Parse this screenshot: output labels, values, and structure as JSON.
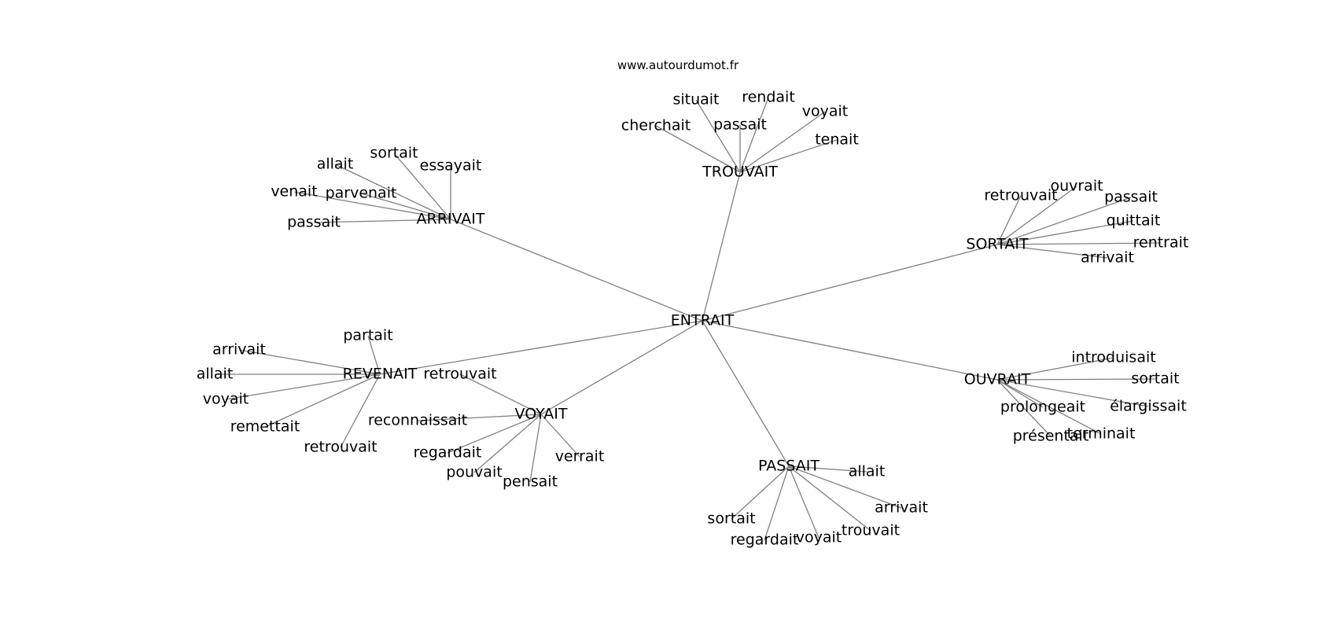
{
  "watermark": "www.autourdumot.fr",
  "graph": {
    "center": "ENTRAIT",
    "hubs": [
      {
        "id": "trouvait",
        "label": "TROUVAIT",
        "children": [
          "situait",
          "rendait",
          "passait",
          "voyait",
          "cherchait",
          "tenait"
        ]
      },
      {
        "id": "arrivait",
        "label": "ARRIVAIT",
        "children": [
          "allait",
          "sortait",
          "essayait",
          "venait",
          "parvenait",
          "passait"
        ]
      },
      {
        "id": "sortait",
        "label": "SORTAIT",
        "children": [
          "retrouvait",
          "ouvrait",
          "passait",
          "quittait",
          "rentrait",
          "arrivait"
        ]
      },
      {
        "id": "revenait",
        "label": "REVENAIT",
        "children": [
          "partait",
          "arrivait",
          "allait",
          "voyait",
          "remettait",
          "retrouvait"
        ]
      },
      {
        "id": "voyait",
        "label": "VOYAIT",
        "children": [
          "retrouvait",
          "reconnaissait",
          "regardait",
          "pouvait",
          "pensait",
          "verrait"
        ]
      },
      {
        "id": "ouvrait",
        "label": "OUVRAIT",
        "children": [
          "introduisait",
          "sortait",
          "élargissait",
          "prolongeait",
          "terminait",
          "présentait"
        ]
      },
      {
        "id": "passait",
        "label": "PASSAIT",
        "children": [
          "allait",
          "arrivait",
          "sortait",
          "regardait",
          "voyait",
          "trouvait"
        ]
      }
    ]
  }
}
